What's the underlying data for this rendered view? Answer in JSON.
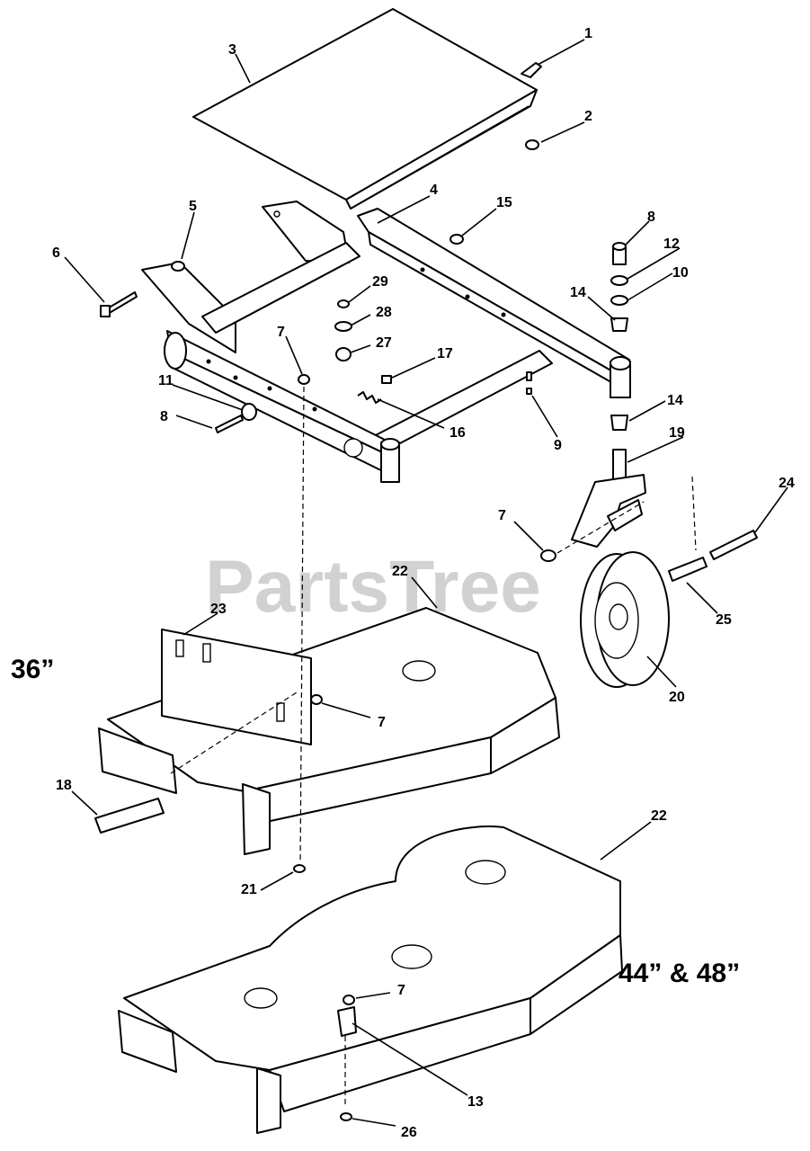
{
  "watermark": "PartsTree",
  "deck_labels": {
    "small": "36”",
    "large": "44” & 48”"
  },
  "callouts": [
    "1",
    "2",
    "3",
    "4",
    "5",
    "6",
    "7",
    "8",
    "9",
    "10",
    "11",
    "12",
    "13",
    "14",
    "15",
    "16",
    "17",
    "18",
    "19",
    "20",
    "21",
    "22",
    "23",
    "24",
    "25",
    "26",
    "27",
    "28",
    "29"
  ]
}
